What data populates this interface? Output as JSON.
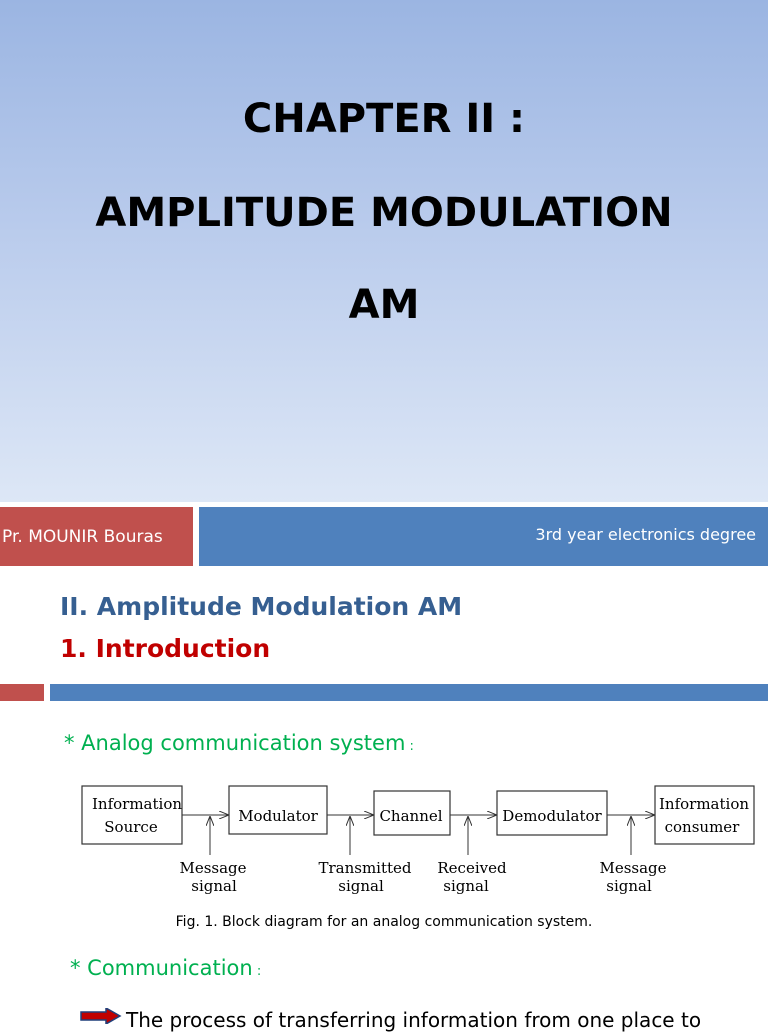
{
  "title_slide": {
    "line1": "CHAPTER II :",
    "line2": "AMPLITUDE MODULATION",
    "line3": "AM",
    "author": "Pr. MOUNIR Bouras",
    "degree": "3rd year electronics degree"
  },
  "section": {
    "heading": "II. Amplitude Modulation AM",
    "subheading": "1. Introduction"
  },
  "bullets": {
    "analog_system": "* Analog communication system",
    "analog_system_colon": " :",
    "communication": "* Communication",
    "communication_colon": " :"
  },
  "diagram": {
    "blocks": {
      "source_line1": "Information",
      "source_line2": "Source",
      "modulator": "Modulator",
      "channel": "Channel",
      "demodulator": "Demodulator",
      "consumer_line1": "Information",
      "consumer_line2": "consumer"
    },
    "labels": {
      "message_in_1": "Message",
      "message_in_2": "signal",
      "transmitted_1": "Transmitted",
      "transmitted_2": "signal",
      "received_1": "Received",
      "received_2": "signal",
      "message_out_1": "Message",
      "message_out_2": "signal"
    },
    "caption": "Fig. 1. Block diagram for an analog communication system."
  },
  "body": {
    "text": "The process of transferring information from one place to"
  },
  "colors": {
    "red_bar": "#c0504d",
    "blue_bar": "#4f81bd",
    "heading_blue": "#365f91",
    "heading_red": "#c00000",
    "bullet_green": "#00b050"
  }
}
